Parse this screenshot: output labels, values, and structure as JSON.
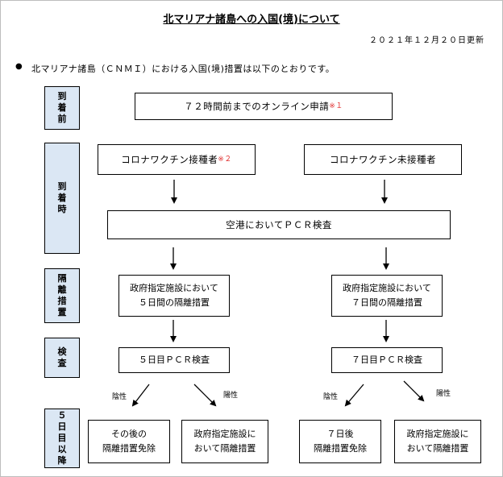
{
  "title": "北マリアナ諸島への入国(境)について",
  "date": "２０２１年１２月２０日更新",
  "intro": {
    "bullet": "●",
    "text": "北マリアナ諸島（ＣＮＭＩ）における入国(境)措置は以下のとおりです。"
  },
  "stages": {
    "before": "到着前",
    "arrival": "到着時",
    "isolation": "隔離措置",
    "test": "検査",
    "after": "５日目以降"
  },
  "boxes": {
    "online_application": "７２時間前までのオンライン申請",
    "online_note": "※１",
    "vaccinated": "コロナワクチン接種者",
    "vaccinated_note": "※２",
    "unvaccinated": "コロナワクチン未接種者",
    "airport_pcr": "空港においてＰＣＲ検査",
    "isolation_5_line1": "政府指定施設において",
    "isolation_5_line2": "５日間の隔離措置",
    "isolation_7_line1": "政府指定施設において",
    "isolation_7_line2": "７日間の隔離措置",
    "pcr_day5": "５日目ＰＣＲ検査",
    "pcr_day7": "７日目ＰＣＲ検査",
    "result_v_neg_line1": "その後の",
    "result_v_neg_line2": "隔離措置免除",
    "result_v_pos_line1": "政府指定施設に",
    "result_v_pos_line2": "おいて隔離措置",
    "result_u_neg_line1": "７日後",
    "result_u_neg_line2": "隔離措置免除",
    "result_u_pos_line1": "政府指定施設に",
    "result_u_pos_line2": "おいて隔離措置"
  },
  "results": {
    "negative": "陰性",
    "positive": "陽性"
  }
}
